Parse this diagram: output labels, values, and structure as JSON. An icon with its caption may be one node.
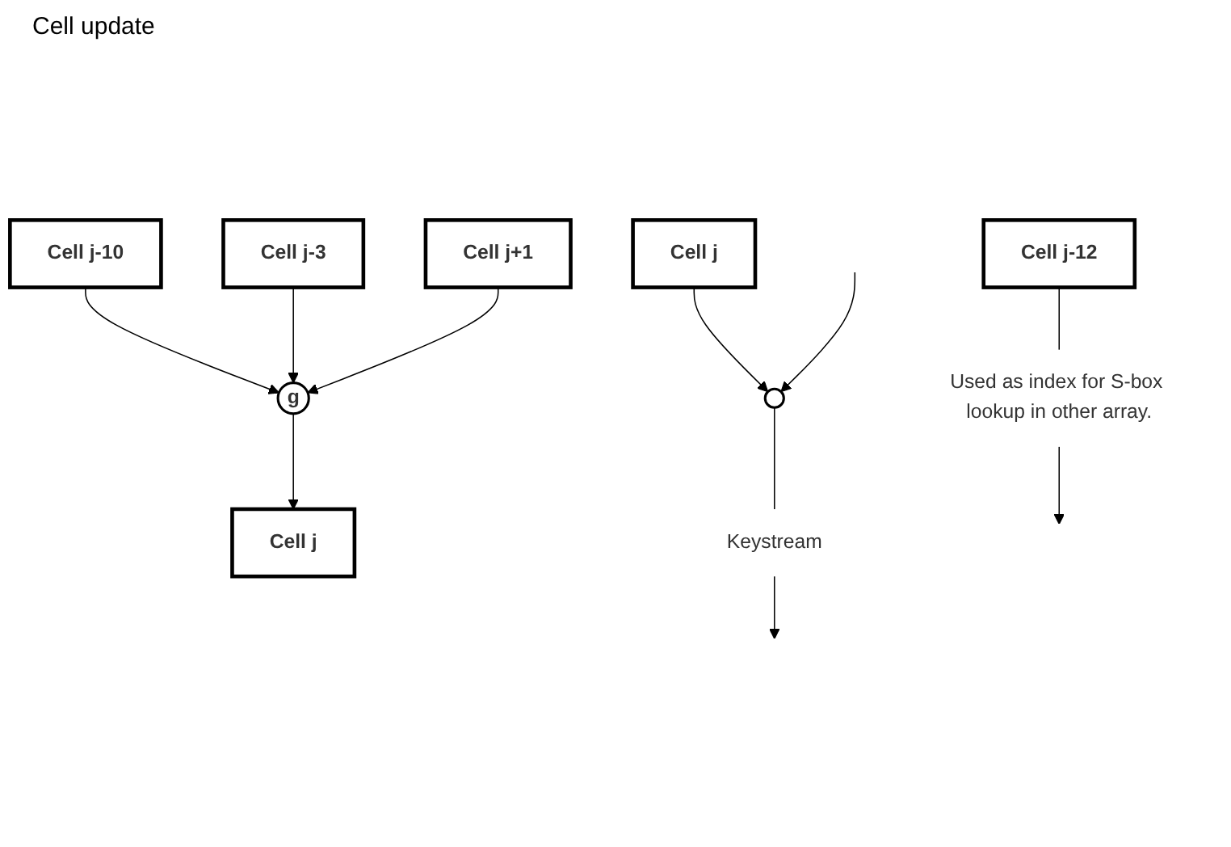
{
  "diagram": {
    "nodes": [
      {
        "text": [
          "Cell j-10"
        ]
      },
      {
        "text": [
          "Cell j-3"
        ]
      },
      {
        "text": [
          "Cell j"
        ]
      },
      {
        "text": [
          "Cell j+1"
        ]
      },
      {
        "text": [
          "g"
        ]
      },
      {
        "text": [
          "Cell j-12"
        ]
      },
      {
        "text": [
          "Cell j"
        ]
      },
      {
        "text": [],
        "shape": "circle"
      },
      {
        "text": [
          "Used as index for S-box lookup in other array."
        ]
      },
      {
        "text": [
          "Keystream"
        ]
      }
    ],
    "edges": [
      {
        "from": 0,
        "to": 4,
        "arrow": "to"
      },
      {
        "from": 1,
        "to": 4,
        "arrow": "to"
      },
      {
        "from": 4,
        "to": 2,
        "arrow": "to"
      },
      {
        "from": 3,
        "to": 4,
        "arrow": "to"
      },
      {
        "from": 6,
        "to": 7,
        "arrow": "to"
      },
      {
        "from": 5,
        "to": 8,
        "arrow": "none"
      },
      {
        "from": 8,
        "to": null,
        "arrow": "to"
      },
      {
        "from": null,
        "to": 7,
        "arrow": "to"
      },
      {
        "from": 7,
        "to": 9,
        "arrow": "none"
      },
      {
        "from": 9,
        "to": null,
        "arrow": "to"
      }
    ],
    "labels": [
      "Cell update"
    ]
  }
}
